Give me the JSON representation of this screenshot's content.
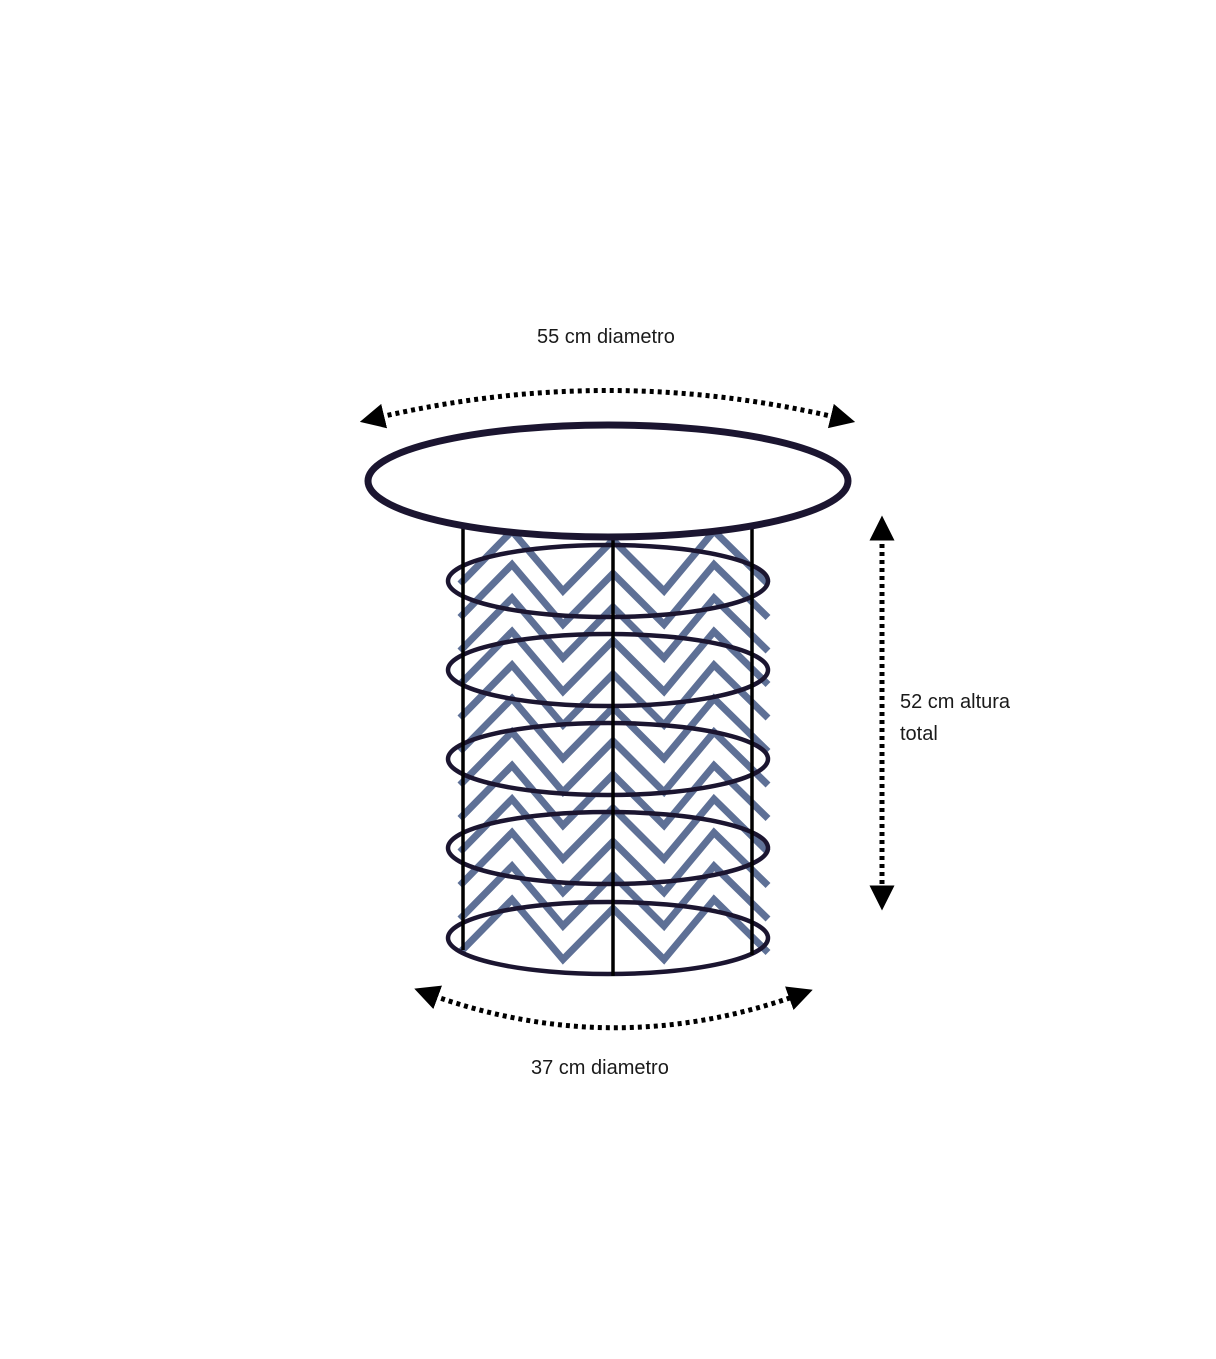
{
  "labels": {
    "top_diameter": "55 cm diametro",
    "height_line1": "52 cm altura",
    "height_line2": "total",
    "bottom_diameter": "37 cm diametro"
  },
  "colors": {
    "frame": "#1b1530",
    "chevron": "#5e7096",
    "rod": "#000000",
    "arrow": "#000000"
  }
}
